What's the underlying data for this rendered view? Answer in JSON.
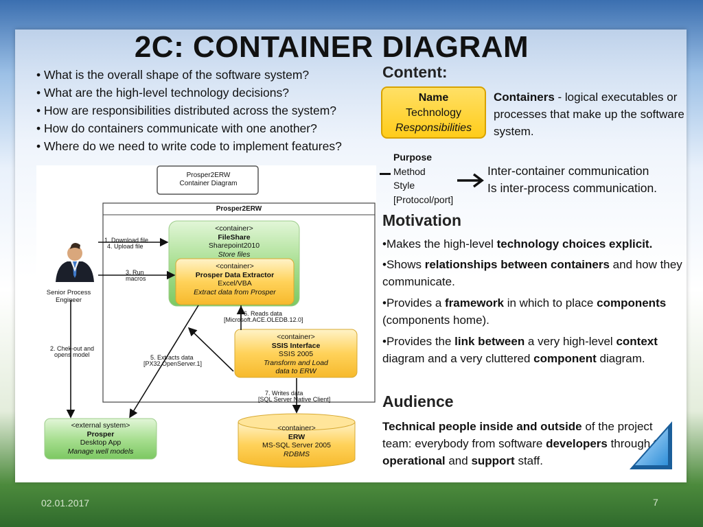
{
  "slide": {
    "title": "2C: CONTAINER DIAGRAM",
    "date": "02.01.2017",
    "page_number": "7"
  },
  "questions": [
    "• What is the overall shape of the software system?",
    "• What are the high-level technology decisions?",
    "• How are responsibilities distributed across the system?",
    "• How do containers communicate with one another?",
    "• Where do we need to write code to implement features?"
  ],
  "content": {
    "heading": "Content:",
    "box": {
      "name": "Name",
      "technology": "Technology",
      "responsibilities": "Responsibilities"
    },
    "containers_term": "Containers",
    "containers_desc": " - logical executables or processes that make up the software system.",
    "comm_list": [
      "Purpose",
      "Method",
      "Style",
      "[Protocol/port]"
    ],
    "comm_desc_1": "Inter-container communication",
    "comm_desc_2": "Is inter-process communication."
  },
  "motivation": {
    "heading": "Motivation",
    "p1": [
      "•Makes the high-level ",
      "technology choices explicit."
    ],
    "p2": [
      "•Shows ",
      "relationships between containers",
      " and how they communicate."
    ],
    "p3": [
      "•Provides a ",
      "framework",
      " in which to place ",
      "components",
      " (components home)."
    ],
    "p4": [
      "•Provides the ",
      "link between",
      " a very high-level ",
      "context",
      " diagram and a very cluttered ",
      "component",
      " diagram."
    ]
  },
  "audience": {
    "heading": "Audience",
    "p": [
      "Technical people inside and outside",
      " of the project team: everybody from software ",
      "developers",
      " through to ",
      "operational",
      " and ",
      "support",
      " staff."
    ]
  },
  "diagram": {
    "title_line1": "Prosper2ERW",
    "title_line2": "Container Diagram",
    "boundary_label": "Prosper2ERW",
    "actor_label_1": "Senior Process",
    "actor_label_2": "Engineer",
    "fileshare": {
      "stereotype": "<container>",
      "name": "FileShare",
      "tech": "Sharepoint2010",
      "resp": "Store files"
    },
    "extractor": {
      "stereotype": "<container>",
      "name": "Prosper Data Extractor",
      "tech": "Excel/VBA",
      "resp": "Extract data from Prosper"
    },
    "ssis": {
      "stereotype": "<container>",
      "name": "SSIS Interface",
      "tech": "SSIS 2005",
      "resp1": "Transform and Load",
      "resp2": "data to ERW"
    },
    "prosper": {
      "stereotype": "<external system>",
      "name": "Prosper",
      "tech": "Desktop App",
      "resp": "Manage well models"
    },
    "erw": {
      "stereotype": "<container>",
      "name": "ERW",
      "tech": "MS-SQL Server 2005",
      "resp": "RDBMS"
    },
    "edges": {
      "e1a": "1. Download file",
      "e1b": "4. Upload file",
      "e3a": "3. Run",
      "e3b": "macros",
      "e2a": "2. Chek-out and",
      "e2b": "opens model",
      "e6a": "6. Reads data",
      "e6b": "[Microsoft.ACE.OLEDB.12.0]",
      "e5a": "5. Extracts data",
      "e5b": "[PX32.OpenServer.1]",
      "e7a": "7. Writes data",
      "e7b": "[SQL Server Native Client]"
    }
  },
  "colors": {
    "container_yellow": "#ffcc1a",
    "container_green": "#9fd88a",
    "container_orange": "#f9c84a"
  }
}
